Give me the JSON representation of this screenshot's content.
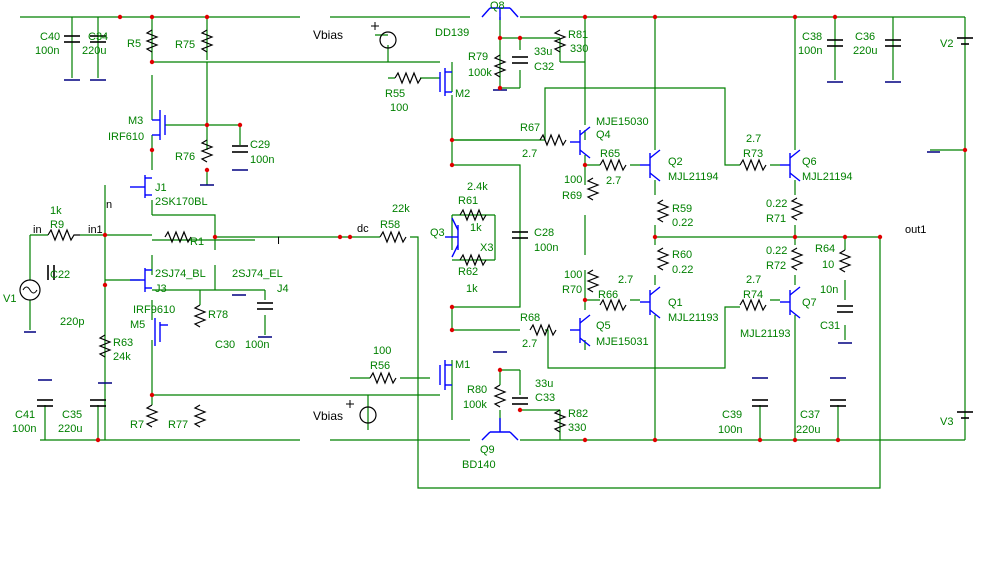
{
  "labels": {
    "C40": "C40",
    "C40v": "100n",
    "C34": "C34",
    "C34v": "220u",
    "R5": "R5",
    "R75": "R75",
    "Vbias_top": "Vbias",
    "Vbias_bot": "Vbias",
    "DD139": "DD139",
    "Q8": "Q8",
    "R81": "R81",
    "R81v": "330",
    "C32v": "33u",
    "C32": "C32",
    "R79": "R79",
    "R79v": "100k",
    "R55": "R55",
    "R55v": "100",
    "M2": "M2",
    "M3": "M3",
    "IRF610": "IRF610",
    "C29": "C29",
    "C29v": "100n",
    "R76": "R76",
    "J1": "J1",
    "SK170": "2SK170BL",
    "r1k": "1k",
    "R9": "R9",
    "in": "in",
    "in1": "in1",
    "n": "n",
    "R1": "R1",
    "I": "I",
    "dc": "dc",
    "r22k": "22k",
    "R58": "R58",
    "C22": "C22",
    "V1": "V1",
    "c220p": "220p",
    "J3": "J3",
    "SJ74a": "2SJ74_BL",
    "SJ74b": "2SJ74_EL",
    "J4": "J4",
    "IRF9610": "IRF9610",
    "M5": "M5",
    "R78": "R78",
    "C30": "C30",
    "C30v": "100n",
    "R63": "R63",
    "R63v": "24k",
    "C41": "C41",
    "C41v": "100n",
    "C35": "C35",
    "C35v": "220u",
    "R7": "R7",
    "R77": "R77",
    "R56v": "100",
    "R56": "R56",
    "M1": "M1",
    "Q9": "Q9",
    "BD140": "BD140",
    "R80": "R80",
    "R80v": "100k",
    "C33v": "33u",
    "C33": "C33",
    "R82": "R82",
    "R82v": "330",
    "R67": "R67",
    "R67v": "2.7",
    "Q4": "Q4",
    "MJE15030": "MJE15030",
    "R65": "R65",
    "R65v": "2.7",
    "Q2": "Q2",
    "MJL21194a": "MJL21194",
    "R69v": "100",
    "R69": "R69",
    "R59": "R59",
    "R59v": "0.22",
    "r27a": "2.7",
    "R73": "R73",
    "Q6": "Q6",
    "MJL21194b": "MJL21194",
    "R71v": "0.22",
    "R71": "R71",
    "Q3": "Q3",
    "R61v": "2.4k",
    "R61": "R61",
    "r1kb": "1k",
    "X3": "X3",
    "C28": "C28",
    "C28v": "100n",
    "R62": "R62",
    "R62v": "1k",
    "R60": "R60",
    "R60v": "0.22",
    "R72v": "0.22",
    "R72": "R72",
    "R64": "R64",
    "R64v": "10",
    "out1": "out1",
    "R70v": "100",
    "R70": "R70",
    "R66v": "2.7",
    "R66": "R66",
    "Q1": "Q1",
    "MJL21193a": "MJL21193",
    "r27b": "2.7",
    "R74": "R74",
    "Q7": "Q7",
    "MJL21193b": "MJL21193",
    "c10n": "10n",
    "C31": "C31",
    "R68": "R68",
    "R68v": "2.7",
    "Q5": "Q5",
    "MJE15031": "MJE15031",
    "C38": "C38",
    "C38v": "100n",
    "C36": "C36",
    "C36v": "220u",
    "C39": "C39",
    "C39v": "100n",
    "C37": "C37",
    "C37v": "220u",
    "V2": "V2",
    "V3": "V3"
  },
  "colors": {
    "wire": "#008000",
    "device": "#0000ff",
    "node": "#e00000",
    "ground": "#000080"
  }
}
